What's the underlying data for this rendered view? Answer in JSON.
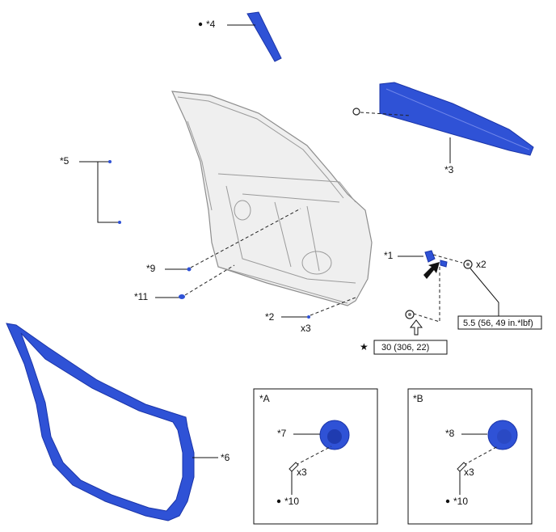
{
  "labels": {
    "p1": "*1",
    "p2": "*2",
    "p3": "*3",
    "p4": "*4",
    "p5": "*5",
    "p6": "*6",
    "p7": "*7",
    "p8": "*8",
    "p9": "*9",
    "p10a": "*10",
    "p10b": "*10",
    "p11": "*11",
    "inset_a": "*A",
    "inset_b": "*B"
  },
  "quantities": {
    "x2": "x2",
    "x3_main": "x3",
    "x3_a": "x3",
    "x3_b": "x3"
  },
  "torque": {
    "t1": "5.5 (56, 49 in.*lbf)",
    "t2": "30 (306, 22)"
  },
  "symbols": {
    "star": "★"
  },
  "colors": {
    "part_blue": "#2f52d6",
    "door_gray": "#efefef"
  }
}
